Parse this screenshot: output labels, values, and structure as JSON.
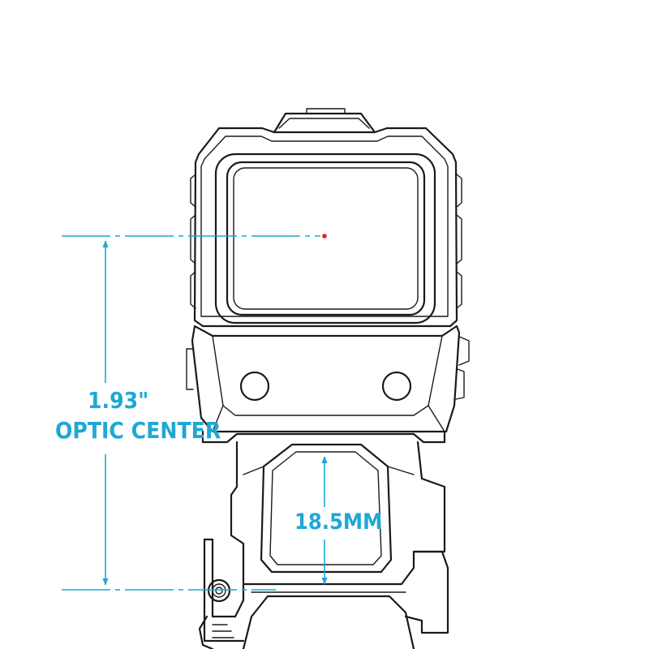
{
  "dimensions": {
    "height_value": "1.93\"",
    "height_label": "OPTIC CENTER",
    "window_value": "18.5MM"
  },
  "colors": {
    "dimension": "#1fa7d6",
    "reticle_dot": "#e0201b",
    "ink": "#1a1a1a"
  }
}
